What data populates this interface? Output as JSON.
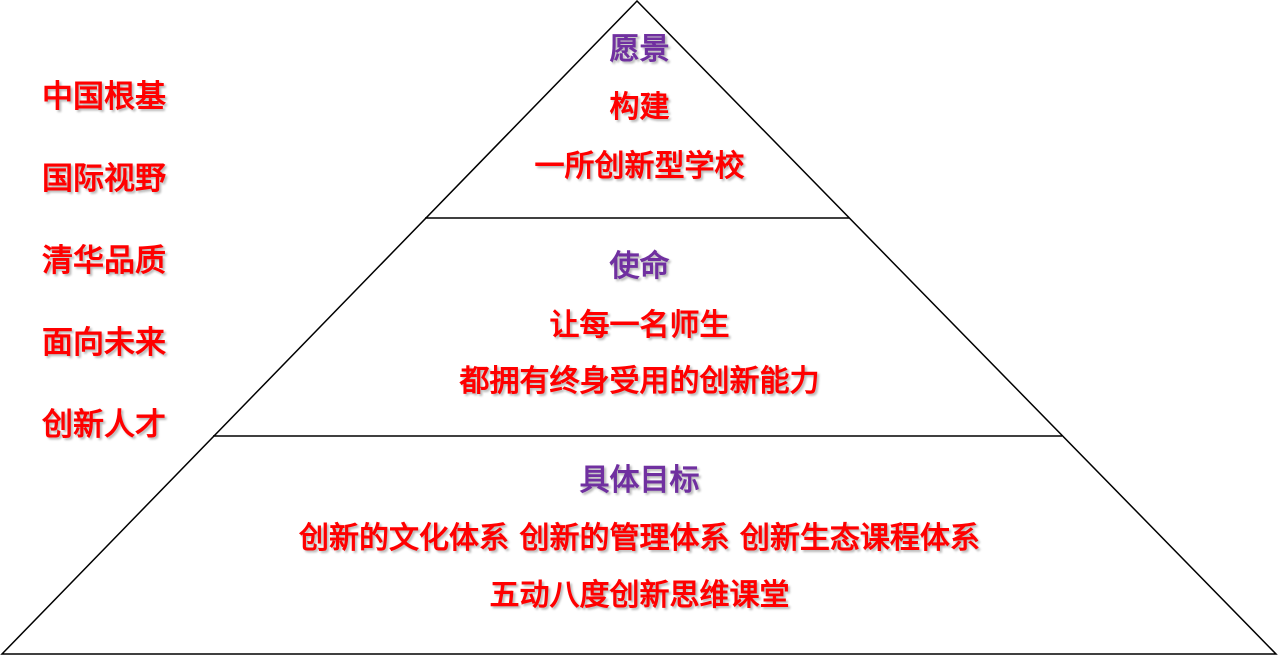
{
  "colors": {
    "heading": "#7030a0",
    "text": "#ff0000",
    "outline": "#000000"
  },
  "sidebar": {
    "items": [
      {
        "label": "中国根基"
      },
      {
        "label": "国际视野"
      },
      {
        "label": "清华品质"
      },
      {
        "label": "面向未来"
      },
      {
        "label": "创新人才"
      }
    ]
  },
  "pyramid": {
    "top": {
      "heading": "愿景",
      "lines": [
        "构建",
        "一所创新型学校"
      ]
    },
    "middle": {
      "heading": "使命",
      "lines": [
        "让每一名师生",
        "都拥有终身受用的创新能力"
      ]
    },
    "bottom": {
      "heading": "具体目标",
      "lines": [
        "创新的文化体系 创新的管理体系 创新生态课程体系",
        "五动八度创新思维课堂"
      ]
    }
  }
}
